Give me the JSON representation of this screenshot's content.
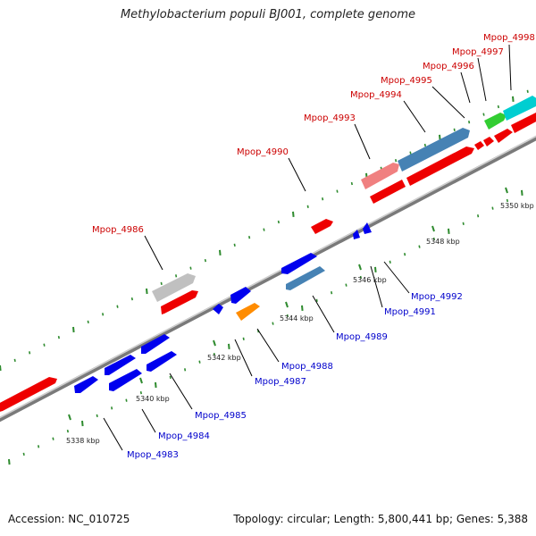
{
  "title": "Methylobacterium populi BJ001, complete genome",
  "footer": {
    "accession": "Accession: NC_010725",
    "summary": "Topology: circular; Length: 5,800,441 bp; Genes: 5,388"
  },
  "colors": {
    "red": "#ff0000",
    "blue": "#0000ff",
    "steelblue": "#4682b4",
    "gray": "#c0c0c0",
    "pink": "#f08080",
    "orange": "#ff8c00",
    "green": "#32cd32",
    "cyan": "#00ced1",
    "label_red": "#cc0000",
    "label_blue": "#0000cc",
    "tick_green": "#006400"
  },
  "scale_ticks": [
    "5338 kbp",
    "5340 kbp",
    "5342 kbp",
    "5344 kbp",
    "5346 kbp",
    "5348 kbp",
    "5350 kbp"
  ],
  "gene_labels_top": [
    "Mpop_4986",
    "Mpop_4990",
    "Mpop_4993",
    "Mpop_4994",
    "Mpop_4995",
    "Mpop_4996",
    "Mpop_4997",
    "Mpop_4998"
  ],
  "gene_labels_bottom": [
    "Mpop_4983",
    "Mpop_4984",
    "Mpop_4985",
    "Mpop_4987",
    "Mpop_4988",
    "Mpop_4989",
    "Mpop_4991",
    "Mpop_4992"
  ]
}
